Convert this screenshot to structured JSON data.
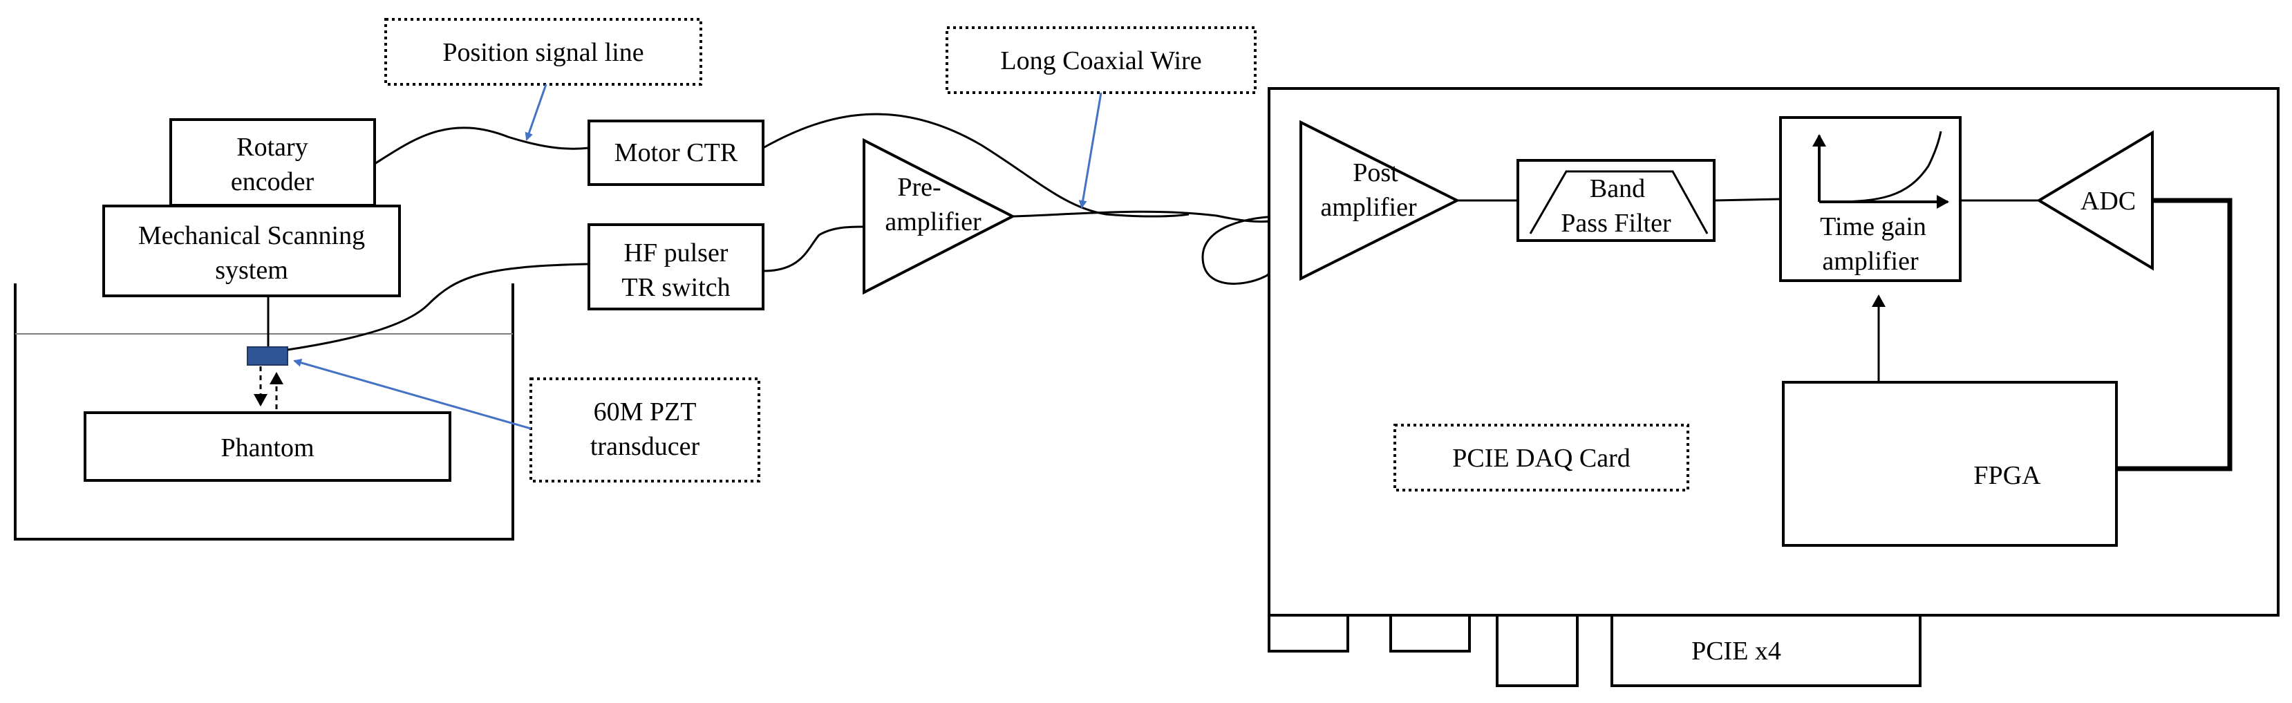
{
  "labels": {
    "position_signal_line": "Position signal line",
    "long_coaxial_wire": "Long Coaxial Wire",
    "rotary_encoder_1": "Rotary",
    "rotary_encoder_2": "encoder",
    "motor_ctr": "Motor CTR",
    "mech_scan_1": "Mechanical Scanning",
    "mech_scan_2": "system",
    "hf_pulser_1": "HF pulser",
    "hf_pulser_2": "TR switch",
    "pre_amp_1": "Pre-",
    "pre_amp_2": "amplifier",
    "phantom": "Phantom",
    "pzt_1": "60M PZT",
    "pzt_2": "transducer",
    "post_amp_1": "Post",
    "post_amp_2": "amplifier",
    "bpf_1": "Band",
    "bpf_2": "Pass Filter",
    "tga_1": "Time gain",
    "tga_2": "amplifier",
    "adc": "ADC",
    "fpga": "FPGA",
    "pcie_daq": "PCIE DAQ Card",
    "pcie_x4": "PCIE x4"
  },
  "colors": {
    "stroke": "#000000",
    "annotation_arrow": "#4472C4",
    "transducer_fill": "#2F5597",
    "transducer_highlight": "#5B9BD5",
    "water_line": "#7F7F7F"
  }
}
